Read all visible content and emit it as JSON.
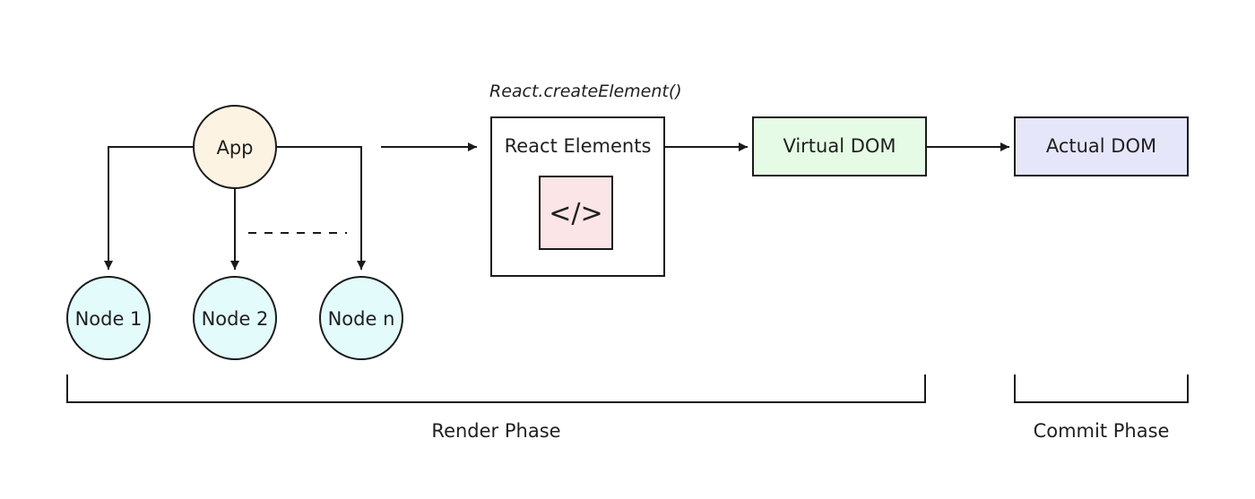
{
  "nodes": {
    "app": {
      "label": "App",
      "fill": "#fdf3e3"
    },
    "node1": {
      "label": "Node 1",
      "fill": "#e3fbfb"
    },
    "node2": {
      "label": "Node 2",
      "fill": "#e3fbfb"
    },
    "noden": {
      "label": "Node n",
      "fill": "#e3fbfb"
    }
  },
  "create_element_label": "React.createElement()",
  "react_elements": {
    "label": "React Elements",
    "code_glyph": "</>",
    "code_icon": "code-icon",
    "code_fill": "#fbe5e7"
  },
  "virtual_dom": {
    "label": "Virtual DOM",
    "fill": "#e5fbe5"
  },
  "actual_dom": {
    "label": "Actual DOM",
    "fill": "#e6e6fb"
  },
  "phases": {
    "render": "Render Phase",
    "commit": "Commit Phase"
  }
}
